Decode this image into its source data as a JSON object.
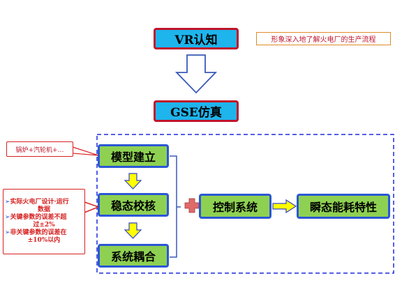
{
  "top": {
    "vr_label": "VR认知",
    "vr_note": "形象深入地了解火电厂的生产流程",
    "gse_label": "GSE仿真"
  },
  "left_chain": {
    "model_label": "模型建立",
    "steady_label": "稳态校核",
    "coupling_label": "系统耦合"
  },
  "right_chain": {
    "control_label": "控制系统",
    "transient_label": "瞬态能耗特性"
  },
  "callouts": {
    "boiler_note": "锅炉+汽轮机+…",
    "items": [
      {
        "first": "实际火电厂设计·运行",
        "rest": "数据"
      },
      {
        "first": "关键参数的误差不超",
        "rest": "过±2%"
      },
      {
        "first": "非关键参数的误差在",
        "rest": "±10%以内"
      }
    ]
  },
  "colors": {
    "blue_box": "#1eb4ec",
    "blue_box_border": "#c0142a",
    "green_box": "#8ed152",
    "green_box_border": "#2b57d6",
    "yellow_arrow": "#ffff00",
    "dashed_frame": "#1a2adf",
    "plus": "#e06a6a"
  },
  "icons": {
    "down_arrow_big": "outline-down-arrow-icon",
    "down_arrow_small": "yellow-down-arrow-icon",
    "right_arrow": "yellow-right-arrow-icon",
    "plus": "plus-icon"
  }
}
